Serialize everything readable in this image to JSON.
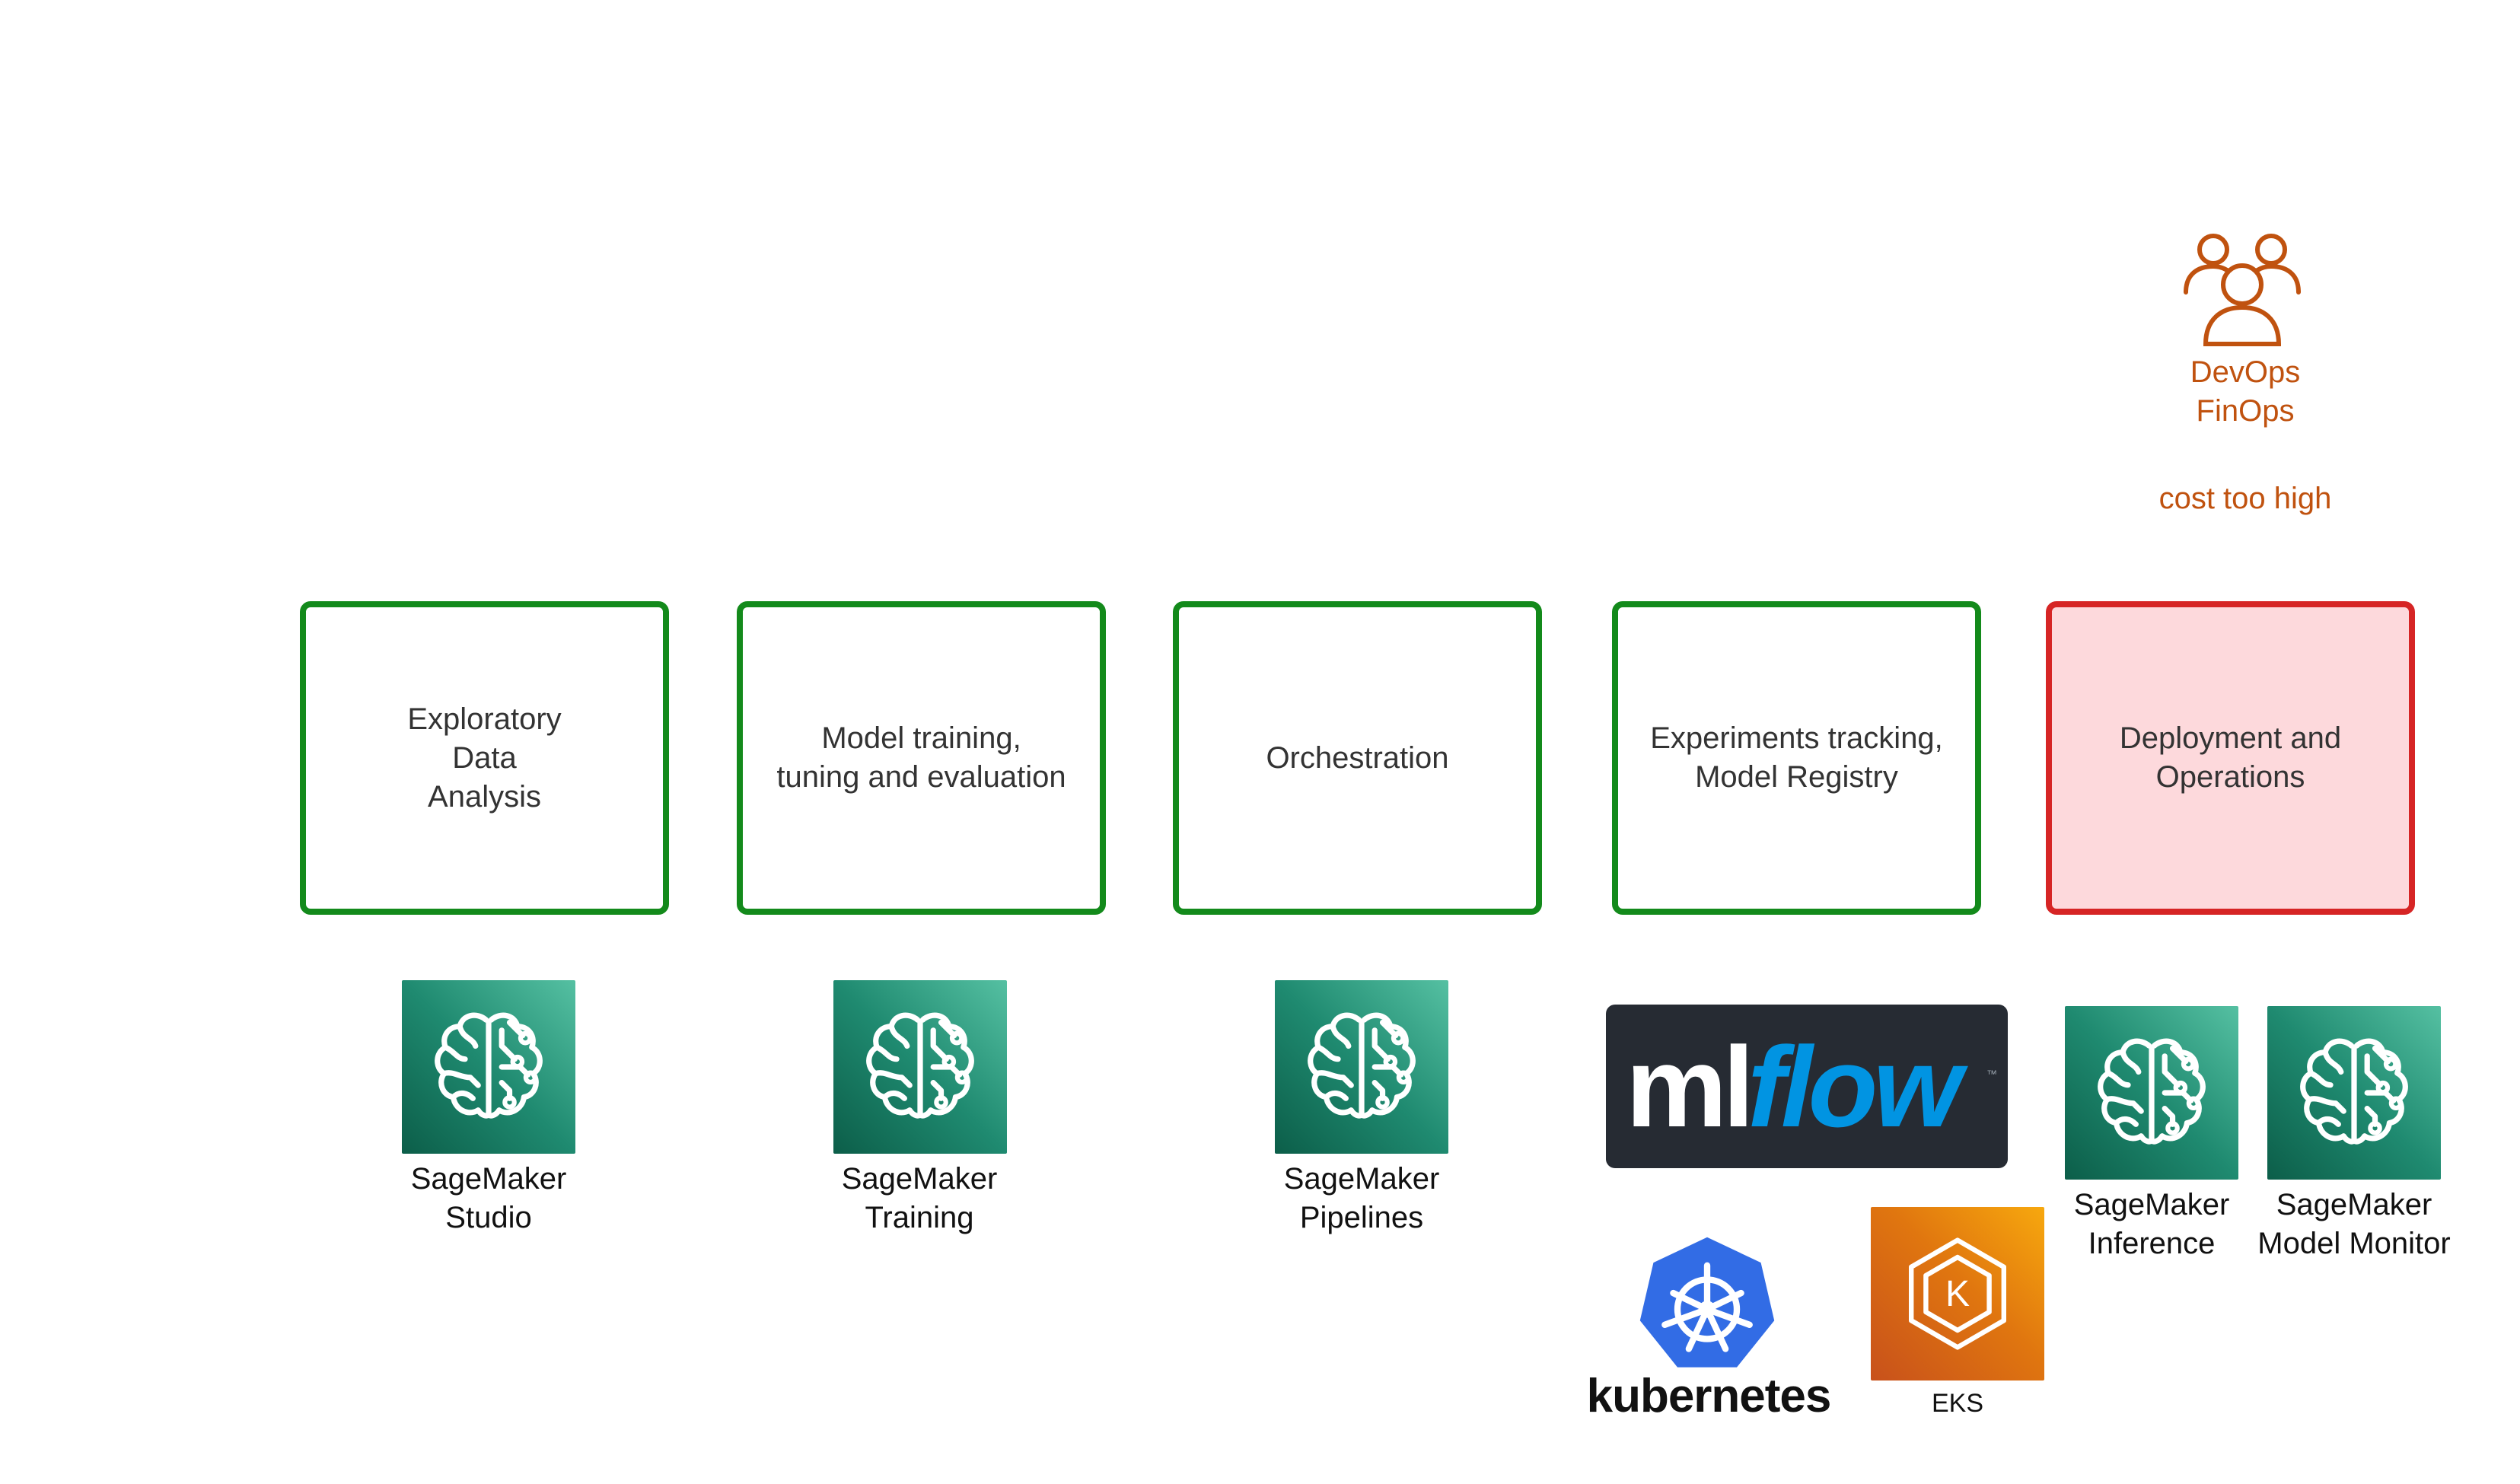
{
  "persona": {
    "icon": "users-icon",
    "label_line1": "DevOps",
    "label_line2": "FinOps",
    "note": "cost too high",
    "color": "#c0520f"
  },
  "stages": [
    {
      "label": "Exploratory\nData\nAnalysis",
      "status": "ok"
    },
    {
      "label": "Model training,\ntuning and evaluation",
      "status": "ok"
    },
    {
      "label": "Orchestration",
      "status": "ok"
    },
    {
      "label": "Experiments tracking,\nModel Registry",
      "status": "ok"
    },
    {
      "label": "Deployment and\nOperations",
      "status": "alert"
    }
  ],
  "tools": {
    "studio": {
      "label": "SageMaker\nStudio",
      "icon": "sagemaker-brain-icon"
    },
    "training": {
      "label": "SageMaker\nTraining",
      "icon": "sagemaker-brain-icon"
    },
    "pipelines": {
      "label": "SageMaker\nPipelines",
      "icon": "sagemaker-brain-icon"
    },
    "mlflow": {
      "logo_text": "mlflow",
      "icon": "mlflow-logo"
    },
    "kubernetes": {
      "label": "kubernetes",
      "icon": "kubernetes-wheel-icon"
    },
    "eks": {
      "label": "EKS",
      "icon": "eks-icon"
    },
    "inference": {
      "label": "SageMaker\nInference",
      "icon": "sagemaker-brain-icon"
    },
    "model_monitor": {
      "label": "SageMaker\nModel Monitor",
      "icon": "sagemaker-brain-icon"
    }
  },
  "colors": {
    "ok_border": "#138a1b",
    "alert_border": "#d62525",
    "alert_fill": "#fdd9dc",
    "sagemaker_tile": "#1f8a70",
    "eks_tile": "#e0760f",
    "mlflow_bg": "#262b33",
    "mlflow_blue": "#0194e2",
    "kubernetes_blue": "#326ce5"
  }
}
